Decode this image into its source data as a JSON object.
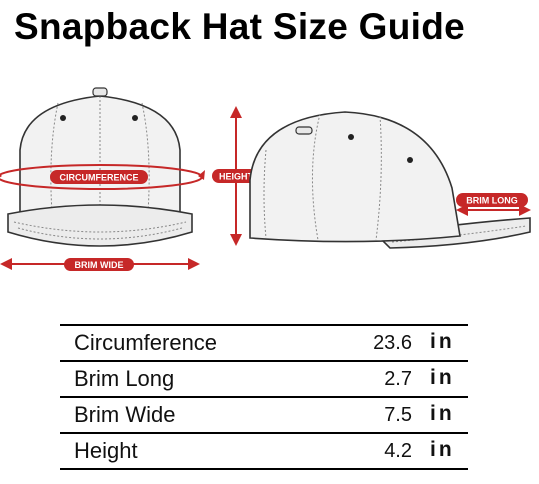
{
  "title": "Snapback Hat Size Guide",
  "labels": {
    "circumference": "CIRCUMFERENCE",
    "height": "HEIGHT",
    "brim_wide": "BRIM WIDE",
    "brim_long": "BRIM LONG"
  },
  "colors": {
    "accent": "#c62828",
    "line": "#000000"
  },
  "measurements": [
    {
      "name": "Circumference",
      "value": "23.6",
      "unit": "in"
    },
    {
      "name": "Brim Long",
      "value": "2.7",
      "unit": "in"
    },
    {
      "name": "Brim Wide",
      "value": "7.5",
      "unit": "in"
    },
    {
      "name": "Height",
      "value": "4.2",
      "unit": "in"
    }
  ]
}
